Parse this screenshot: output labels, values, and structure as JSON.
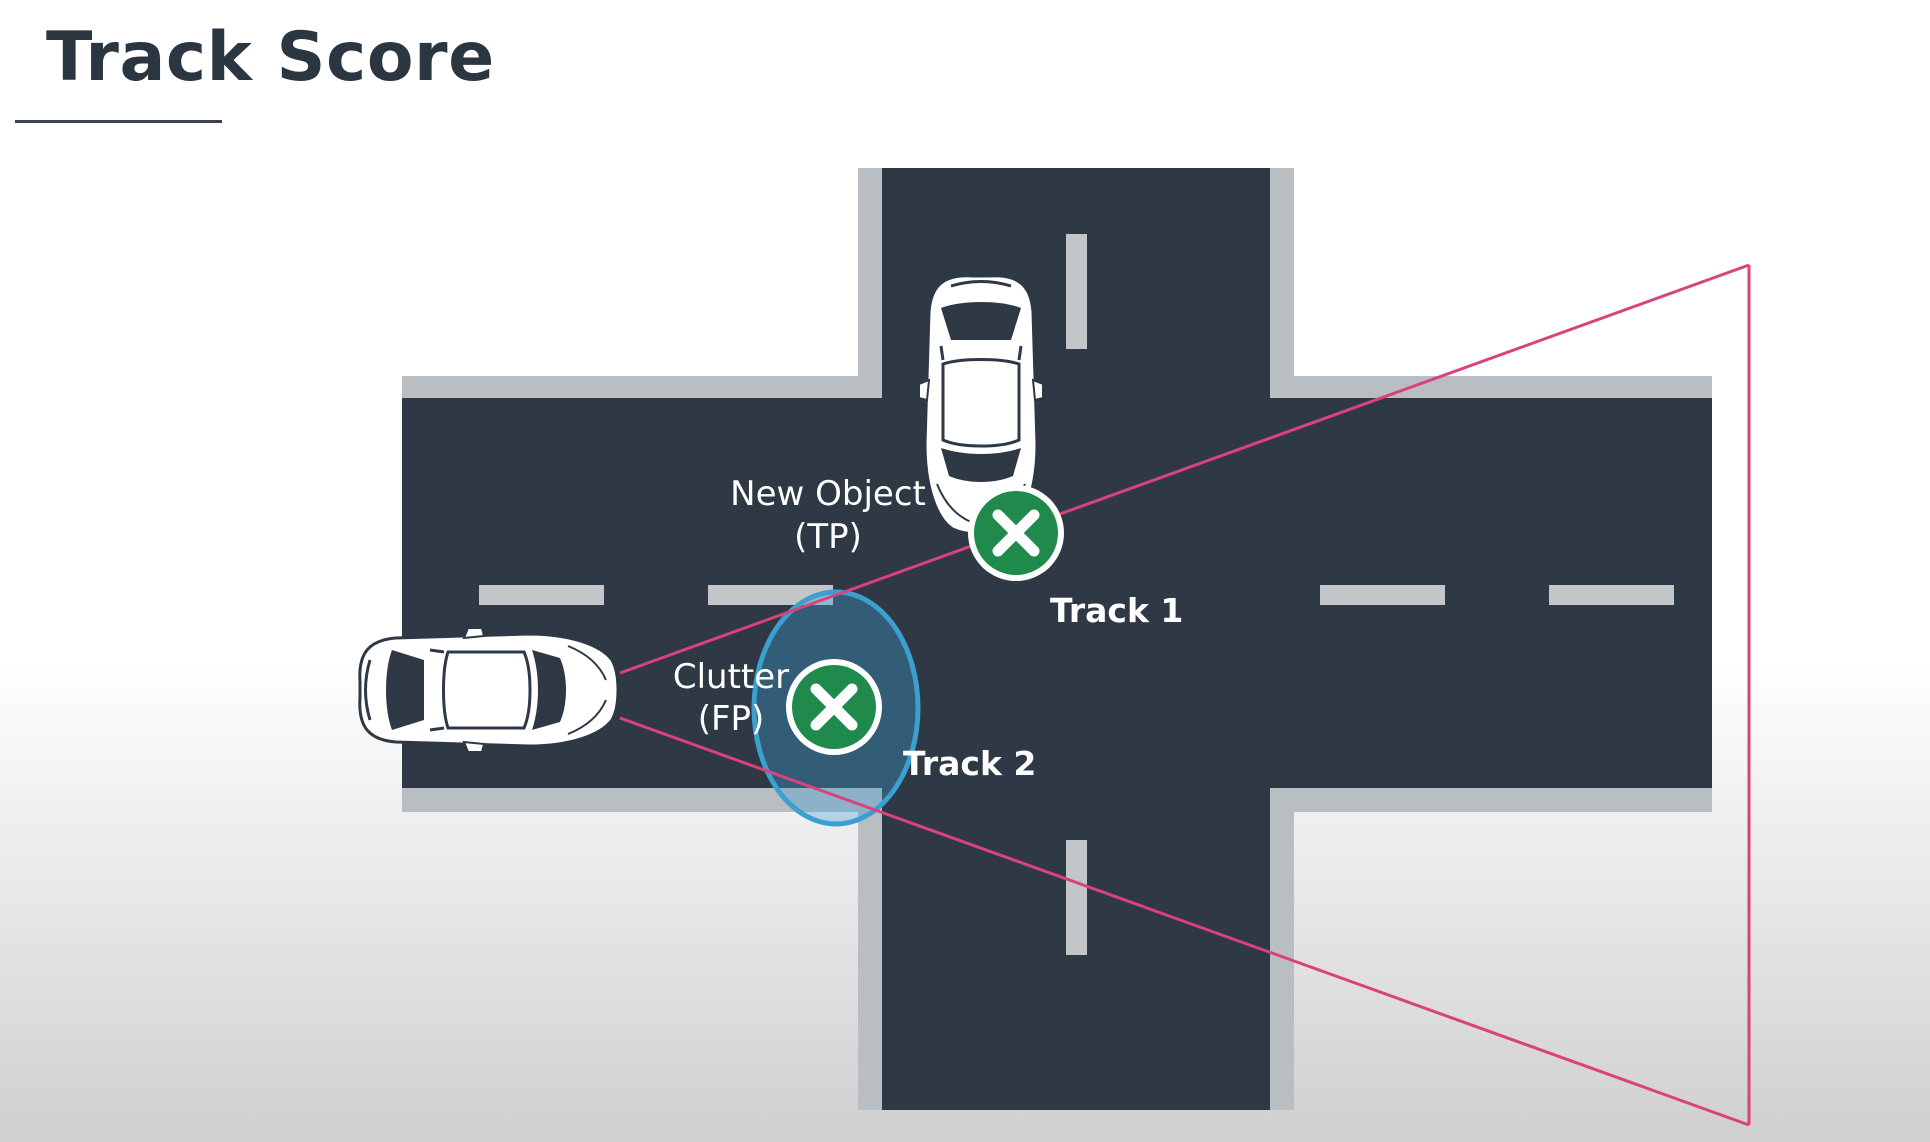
{
  "slide": {
    "title": "Track Score"
  },
  "scene": {
    "labels": {
      "new_object": "New Object",
      "new_object_type": "(TP)",
      "clutter": "Clutter",
      "clutter_type": "(FP)",
      "track1": "Track 1",
      "track2": "Track 2"
    },
    "colors": {
      "road": "#2e3945",
      "curb": "#b9bec2",
      "lane_marking": "#c2c6c9",
      "sensor_fov": "#d9427a",
      "marker_green": "#1f8a4c",
      "gate_blue": "#3b9fd0"
    },
    "icons": [
      "ego-car-icon",
      "target-car-icon",
      "detection-x-icon",
      "clutter-x-icon"
    ]
  }
}
